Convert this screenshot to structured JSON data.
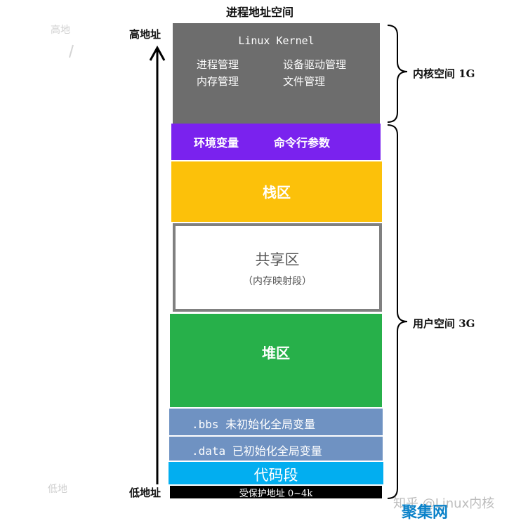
{
  "title": "进程地址空间",
  "axis": {
    "high": "高地址",
    "low": "低地址"
  },
  "ghost": {
    "high": "高地",
    "low": "低地"
  },
  "kernel": {
    "title": "Linux Kernel",
    "items": [
      "进程管理",
      "设备驱动管理",
      "内存管理",
      "文件管理"
    ]
  },
  "env": {
    "left": "环境变量",
    "right": "命令行参数"
  },
  "stack": "栈区",
  "shared": {
    "title": "共享区",
    "subtitle": "（内存映射段）"
  },
  "heap": "堆区",
  "bbs": ".bbs 未初始化全局变量",
  "data_seg": ".data 已初始化全局变量",
  "code": "代码段",
  "protected": "受保护地址 0~4k",
  "labels": {
    "kernel_space": "内核空间 1G",
    "user_space": "用户空间 3G"
  },
  "watermark": {
    "text": "知乎 @Linux内核",
    "accent": "聚集网"
  },
  "colors": {
    "kernel": "#6d6d6d",
    "env": "#7a22ee",
    "stack": "#fcc10a",
    "heap": "#27b04a",
    "bbs": "#6f92c2",
    "code": "#02aef0",
    "protected": "#000000"
  }
}
